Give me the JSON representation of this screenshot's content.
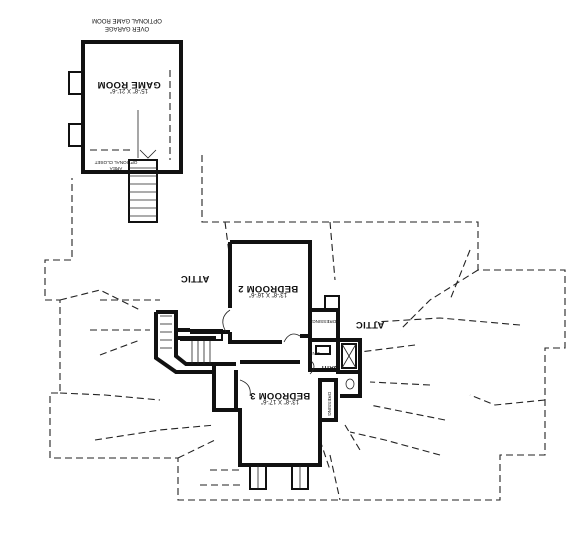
{
  "labels": {
    "optional_game_room_line1": "OPTIONAL GAME ROOM",
    "optional_game_room_line2": "OVER GARAGE",
    "game_room": "GAME ROOM",
    "game_room_dims": "15'-8\" X 21'-6\"",
    "optional_closet_line1": "OPTIONAL CLOSET",
    "optional_closet_line2": "AREA",
    "attic_left": "ATTIC",
    "attic_right": "ATTIC",
    "bedroom2": "BEDROOM 2",
    "bedroom2_dims": "13'-8\" X 16'-6\"",
    "bedroom3": "BEDROOM 3",
    "bedroom3_dims": "13'-8\" X 17'-6\"",
    "bath": "BATH",
    "dressing_upper": "DRESSING",
    "dressing_lower": "DRESSING",
    "linen": "LIN"
  }
}
